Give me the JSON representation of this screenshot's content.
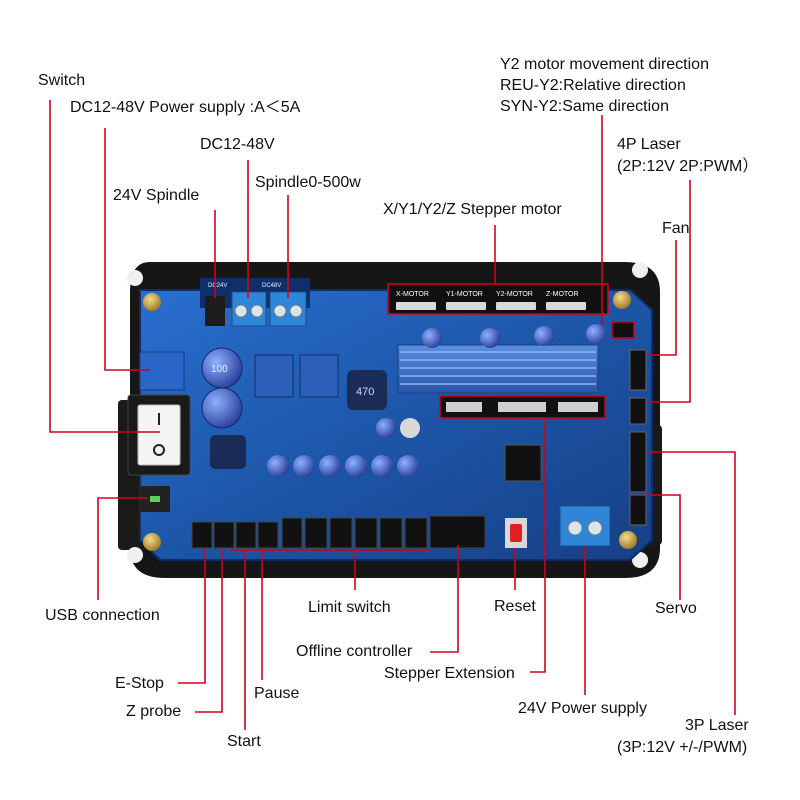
{
  "labels": {
    "switch": "Switch",
    "power_supply": "DC12-48V Power supply :A＜5A",
    "dc12_48v": "DC12-48V",
    "spindle_24v": "24V Spindle",
    "spindle_500w": "Spindle0-500w",
    "y2_dir_line1": "Y2 motor movement direction",
    "y2_dir_line2": "REU-Y2:Relative direction",
    "y2_dir_line3": "SYN-Y2:Same direction",
    "laser_4p_line1": "4P Laser",
    "laser_4p_line2": "(2P:12V 2P:PWM）",
    "stepper_motor": "X/Y1/Y2/Z Stepper motor",
    "fan": "Fan",
    "usb": "USB connection",
    "limit_switch": "Limit switch",
    "reset": "Reset",
    "servo": "Servo",
    "offline_controller": "Offline controller",
    "stepper_extension": "Stepper Extension",
    "estop": "E-Stop",
    "zprobe": "Z probe",
    "pause": "Pause",
    "power_24v": "24V Power supply",
    "start": "Start",
    "laser_3p_line1": "3P Laser",
    "laser_3p_line2": "(3P:12V +/-/PWM)"
  },
  "board_text": {
    "motor_headers": [
      "X-MOTOR",
      "Y1-MOTOR",
      "Y2-MOTOR",
      "Z-MOTOR"
    ],
    "dc48v": "DC48V",
    "dc24v": "DC24V",
    "cap_value": "100",
    "inductor_value": "470"
  },
  "colors": {
    "callout_line": "#d0021b",
    "board_blue": "#1f5fb8",
    "board_black": "#1a1a1a",
    "terminal_blue": "#2f86d8",
    "standoff_gold": "#c9a23a"
  }
}
